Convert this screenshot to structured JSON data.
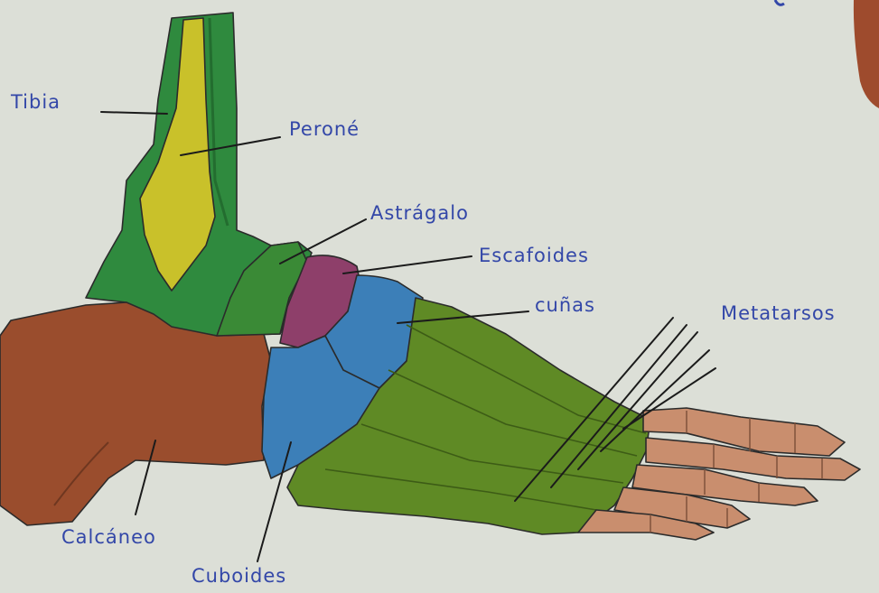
{
  "labels": {
    "tibia": "Tibia",
    "perone": "Peroné",
    "astragalo": "Astrágalo",
    "escafoides": "Escafoides",
    "cunas": "cuñas",
    "metatarsos": "Metatarsos",
    "calcaneo": "Calcáneo",
    "cuboides": "Cuboides"
  },
  "colors": {
    "paper": "#dcdfd7",
    "tibia": "#2f8a3e",
    "perone": "#c9c12a",
    "astragalo": "#3a8a36",
    "escafoides": "#8e3f6a",
    "cunas": "#3c7fb8",
    "cuboides": "#3c7fb8",
    "calcaneo": "#9a4d2d",
    "metatarsos": "#5f8a25",
    "falanges": "#c98e6e",
    "label_ink": "#3347a8"
  }
}
